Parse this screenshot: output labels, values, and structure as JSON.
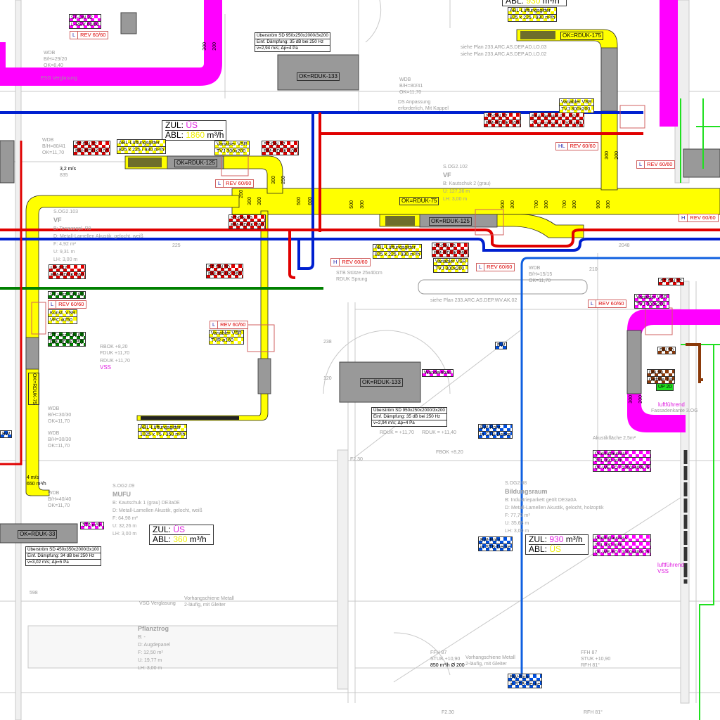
{
  "colors": {
    "supply": "#ffff00",
    "exhaust_red": "#e00000",
    "blue": "#0020d0",
    "magenta": "#ff00ff",
    "green": "#008000",
    "duct_grey": "#999999"
  },
  "flow_boxes": [
    {
      "zul_label": "ZUL:",
      "zul_value": "ÜS",
      "abl_label": "ABL:",
      "abl_value": "1860",
      "unit": "m³/h"
    },
    {
      "zul_label": "ZUL:",
      "zul_value": "ÜS",
      "abl_label": "ABL:",
      "abl_value": "360",
      "unit": "m³/h"
    },
    {
      "zul_label": "ZUL:",
      "zul_value": "930",
      "unit": "m³/h",
      "abl_label": "ABL:",
      "abl_value": "ÜS"
    },
    {
      "abl_label": "ABL:",
      "abl_value": "930",
      "unit": "m³/h"
    }
  ],
  "info_boxes": [
    {
      "lines": [
        "Überström SD 950x250x2000/3x200",
        "Einf. Dämpfung: 35 dB bei 250 Hz",
        "v=2,94 m/s; Δp=4 Pa"
      ]
    },
    {
      "lines": [
        "Überström SD 950x250x2000/3x200",
        "Einf. Dämpfung: 35 dB bei 250 Hz",
        "v=2,94 m/s; Δp=4 Pa"
      ]
    },
    {
      "lines": [
        "Überström SD 450x350x2000/3x100",
        "Einf. Dämpfung: 34 dB bei 250 Hz",
        "v=3,02 m/s; Δp=5 Pa"
      ]
    }
  ],
  "duct_labels": [
    "OK=RDUK-133",
    "OK=RDUK-125",
    "OK=RDUK-75",
    "OK=RDUK-125",
    "OK=RDUK-175",
    "OK=RDUK-133",
    "OK=RDUK-33",
    "OK=RDUK-75"
  ],
  "yellow_tags": [
    {
      "lines": [
        "ABL-Lüftungsgitter",
        "825 x 225 / 930 m³/h"
      ]
    },
    {
      "lines": [
        "Variabler VSR",
        "TVJ 300x200"
      ]
    },
    {
      "lines": [
        "ABL-Lüftungsgitter",
        "825 x 225 / 930 m³/h"
      ]
    },
    {
      "lines": [
        "Variabler VSR",
        "TVJ 300x200"
      ]
    },
    {
      "lines": [
        "ABL-Lüftungsgitter",
        "825 x 225 / 930 m³/h"
      ]
    },
    {
      "lines": [
        "Variabler VSR",
        "TVJ 300x200"
      ]
    },
    {
      "lines": [
        "Konst. VSR",
        "VFC ø250"
      ]
    },
    {
      "lines": [
        "Variabler VSR",
        "TVR ø160"
      ]
    },
    {
      "lines": [
        "ABL-Lüftungsgitter",
        "1025 x 75 / 350 m³/h"
      ]
    }
  ],
  "red_tags": [
    {
      "lines": [
        "ST-DN 32",
        "RM-RDUK-100"
      ]
    },
    {
      "lines": [
        "ST-DN 32",
        "RM-RDUK-100"
      ]
    },
    {
      "lines": [
        "BKA Verteiler 03 - OG2",
        "7 Anschlüsse / 1393 kg/h"
      ]
    },
    {
      "lines": [
        "ST-DN 50",
        "RM-RDUK-260"
      ]
    },
    {
      "lines": [
        "ST-DN 50",
        "RM-RDUK-260"
      ]
    },
    {
      "lines": [
        "UP 032",
        "RM-RDUK-260"
      ]
    },
    {
      "lines": [
        "ST-DN 50",
        "RM-RDUK-260"
      ]
    },
    {
      "lines": [
        "ST-DN 32",
        "RM-RDUK-100"
      ]
    },
    {
      "lines": [
        "ST-DN 32"
      ]
    }
  ],
  "magenta_tags": [
    {
      "lines": [
        "ST-DN 32",
        "L-REV 60/60"
      ]
    },
    {
      "lines": [
        "Variabler VSR",
        "TVJ 300x200"
      ]
    },
    {
      "lines": [
        "Quellluftauslass",
        "ZUL 930 m³/h",
        "QL-WE-EO / 1000x400x75"
      ]
    },
    {
      "lines": [
        "Quellluftauslass",
        "ZUL 930 m³/h",
        "QL-WE-EO / 1000x400x75"
      ]
    },
    {
      "lines": [
        "370 m³/h"
      ]
    },
    {
      "lines": [
        "Wandeinbau"
      ]
    }
  ],
  "blue_tags": [
    {
      "lines": [
        "BW-Rohr",
        "in STB-Decke"
      ]
    },
    {
      "lines": [
        "BW-Rohr",
        "in STB-Decke"
      ]
    },
    {
      "lines": [
        "BW-Rohr",
        "in STB-Decke"
      ]
    },
    {
      "lines": [
        "BW"
      ]
    },
    {
      "lines": [
        "BW"
      ]
    }
  ],
  "green_tags": [
    {
      "lines": [
        "ST verz. DN 80"
      ]
    },
    {
      "lines": [
        "ST verz. DN 80",
        "RM-RDUK-250"
      ]
    },
    {
      "lines": [
        "UP 20"
      ]
    }
  ],
  "brown_tags": [
    {
      "lines": [
        "DN 50"
      ]
    },
    {
      "lines": [
        "DN 50",
        "Gefälle 1%"
      ]
    }
  ],
  "rev_tags": [
    {
      "prefix": "L",
      "label": "REV 60/60"
    },
    {
      "prefix": "L",
      "label": "REV 60/60"
    },
    {
      "prefix": "HL",
      "label": "REV 60/60"
    },
    {
      "prefix": "H",
      "label": "REV 60/60"
    },
    {
      "prefix": "L",
      "label": "REV 60/60"
    },
    {
      "prefix": "L",
      "label": "REV 60/60"
    },
    {
      "prefix": "L",
      "label": "REV 60/60"
    },
    {
      "prefix": "L",
      "label": "REV 60/60"
    },
    {
      "prefix": "L",
      "label": "REV 60/60"
    },
    {
      "prefix": "H",
      "label": "REV 60/60"
    }
  ],
  "rooms": [
    {
      "id": "S.OG2.103",
      "name": "VF",
      "lines": [
        "B: Terrazzopl. R9",
        "D: Metall-Lamellen Akustik, gelocht, weiß",
        "F: 4,92 m²",
        "U: 9,31 m",
        "LH: 3,00 m"
      ]
    },
    {
      "id": "S.OG2.09",
      "name": "MUFU",
      "lines": [
        "B: Kautschuk 1 (grau) DE3a0E",
        "D: Metall-Lamellen Akustik, gelocht, weiß",
        "F: 64,98 m²",
        "U: 32,26 m",
        "LH: 3,00 m"
      ]
    },
    {
      "id": "S.OG2.08",
      "name": "Bildungsraum",
      "lines": [
        "B: Industrieparkett geölt DE3a0A",
        "D: Metall-Lamellen Akustik, gelocht, holzoptik",
        "F: 77,79 m²",
        "U: 35,68 m",
        "LH: 3,00 m"
      ]
    },
    {
      "id": "",
      "name": "Pflanztrog",
      "lines": [
        "B: -",
        "D: Augdepanel",
        "F: 12,50 m²",
        "U: 19,77 m",
        "LH: 3,00 m"
      ]
    },
    {
      "id": "S.OG2.102",
      "name": "VF",
      "lines": [
        "B: Kautschuk 2 (grau)",
        "U: 127,36 m",
        "LH: 3,00 m"
      ]
    }
  ],
  "notes": [
    "WDB",
    "B/H=80/41",
    "OK=11,70",
    "WDB",
    "B/H=29/20",
    "OK=8,40",
    "WDB",
    "B/H=30/30",
    "OK=11,70",
    "WDB",
    "B/H=30/30",
    "OK=11,70",
    "WDB",
    "B/H=40/40",
    "OK=11,70",
    "WDB",
    "B/H=15/15",
    "OK=11,70",
    "WDB",
    "B/H=80/41",
    "OK=11,70",
    "ESG Verglasung",
    "VSG Verglasung",
    "Vorhangschiene Metall",
    "2-läufig, mit Gleiter",
    "Vorhangschiene Metall",
    "2-läufig, mit Gleiter",
    "siehe Plan 233.ARC.AS.DEP.WV.AK.02",
    "siehe Plan 233.ARC.AS.DEP.AD.LO.03",
    "siehe Plan 233.ARC.AS.DEP.AD.LO.02",
    "DS Anpassung",
    "erforderlich, Mit Kappel",
    "STB Stütze 25x40cm",
    "RDUK Sprung",
    "RDUK = +11,70",
    "RDUK = +11,40",
    "FBOK +8,20",
    "RBOK +8,20",
    "FDUK +11,70",
    "RDUK +11,70",
    "VSS",
    "luftführend",
    "VSS",
    "luftführend",
    "Fassadenkante 3.OG",
    "Akustikfläche 2,5m²",
    "F2.30",
    "F2.30",
    "RFH 81°",
    "FFH 87",
    "STUK +10,90",
    "RFH 81°",
    "FFH 87",
    "STUK +10,90",
    "850 m³/h Ø 200",
    "4 m/s",
    "650 m³/h",
    "3,2 m/s",
    "835",
    "225",
    "2048",
    "210",
    "120",
    "238",
    "598"
  ],
  "dims": [
    "300",
    "200",
    "300",
    "250",
    "300",
    "300",
    "500",
    "600",
    "200",
    "500",
    "300",
    "500",
    "300",
    "700",
    "300",
    "700",
    "300",
    "900",
    "300",
    "300",
    "200",
    "300",
    "200"
  ]
}
